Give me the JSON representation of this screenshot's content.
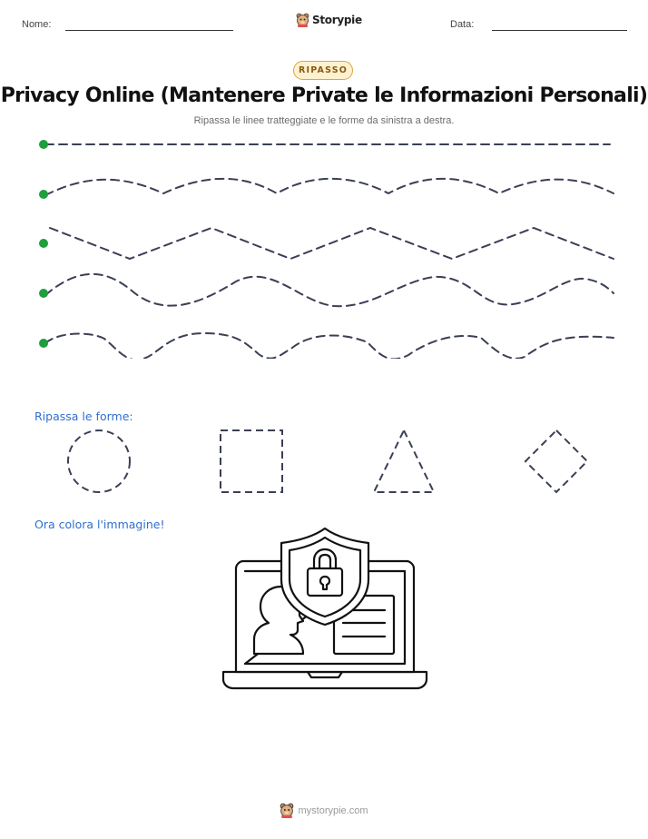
{
  "header": {
    "name_label": "Nome:",
    "date_label": "Data:",
    "brand_name": "Storypie",
    "brand_icon": "bear-mascot-icon"
  },
  "badge": "RIPASSO",
  "title": "Privacy Online (Mantenere Private le Informazioni Personali)",
  "subtitle": "Ripassa le linee tratteggiate e le forme da sinistra a destra.",
  "trace_lines": {
    "start_dot_color": "#1e9e3e",
    "stroke_color": "#3a3f55",
    "styles": [
      "straight",
      "gentle-wave",
      "zigzag",
      "deep-wave",
      "bumpy-wave"
    ]
  },
  "shapes_section": {
    "heading": "Ripassa le forme:",
    "shapes": [
      "circle",
      "square",
      "triangle",
      "diamond"
    ]
  },
  "coloring_section": {
    "heading": "Ora colora l'immagine!",
    "image": "laptop-privacy-shield-illustration"
  },
  "footer": {
    "text": "mystorypie.com",
    "icon": "bear-mascot-icon"
  }
}
